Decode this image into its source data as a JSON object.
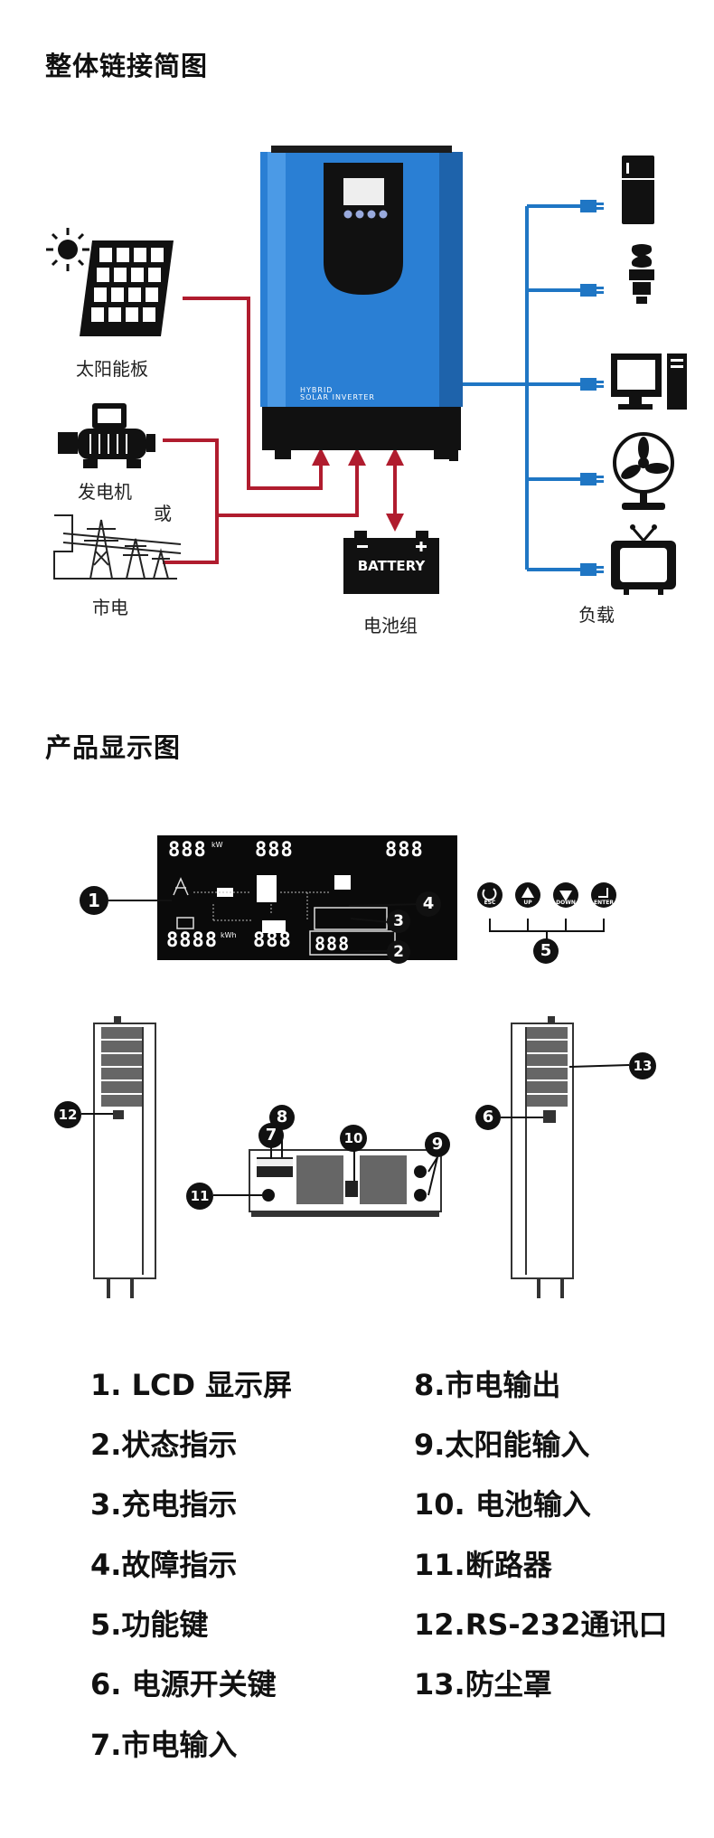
{
  "section1": {
    "title": "整体链接简图",
    "labels": {
      "solar": "太阳能板",
      "generator": "发电机",
      "or": "或",
      "grid": "市电",
      "battery_group": "电池组",
      "load": "负载",
      "battery_text": "BATTERY"
    },
    "inverter": {
      "brand_line1": "HYBRID",
      "brand_line2": "SOLAR INVERTER"
    },
    "colors": {
      "red_line": "#b01c2e",
      "blue_line": "#1f76c4",
      "inverter_blue": "#2a7fd4"
    }
  },
  "section2": {
    "title": "产品显示图",
    "lcd": {
      "top_left": "888",
      "top_mid": "888",
      "top_right": "888",
      "bottom_left": "8888",
      "bottom_mid": "888",
      "bottom_right": "888",
      "units_top_left": "kW",
      "units_kwh": "kWh"
    },
    "buttons": [
      {
        "label": "ESC",
        "icon": "back-arrow-icon"
      },
      {
        "label": "UP",
        "icon": "up-triangle-icon"
      },
      {
        "label": "DOWN",
        "icon": "down-triangle-icon"
      },
      {
        "label": "ENTER",
        "icon": "enter-icon"
      }
    ],
    "callouts": [
      "1",
      "2",
      "3",
      "4",
      "5",
      "6",
      "7",
      "8",
      "9",
      "10",
      "11",
      "12",
      "13"
    ]
  },
  "legend": {
    "left": [
      "1. LCD 显示屏",
      "2.状态指示",
      "3.充电指示",
      "4.故障指示",
      "5.功能键",
      "6. 电源开关键",
      "7.市电输入"
    ],
    "right": [
      "8.市电输出",
      "9.太阳能输入",
      "10. 电池输入",
      "11.断路器",
      "12.RS-232通讯口",
      "13.防尘罩"
    ]
  }
}
